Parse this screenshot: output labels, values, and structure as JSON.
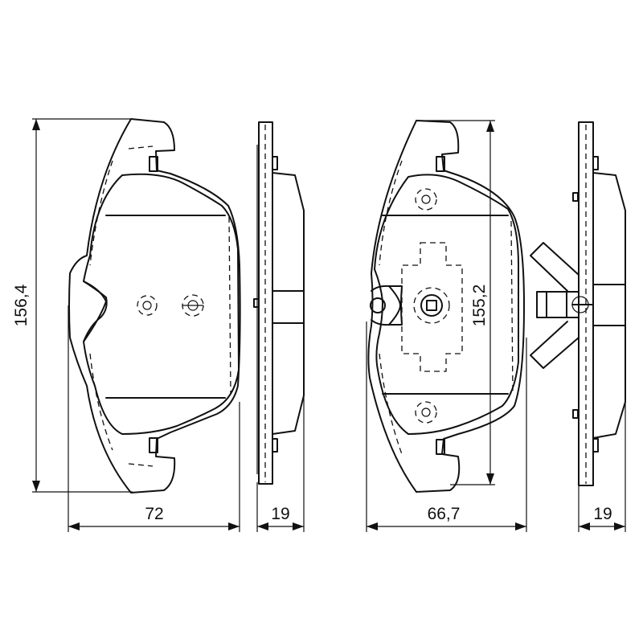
{
  "dimensions": {
    "pad1_height": "156,4",
    "pad1_width": "72",
    "pad1_thickness": "19",
    "pad2_height": "155,2",
    "pad2_width": "66,7",
    "pad2_thickness": "19"
  }
}
